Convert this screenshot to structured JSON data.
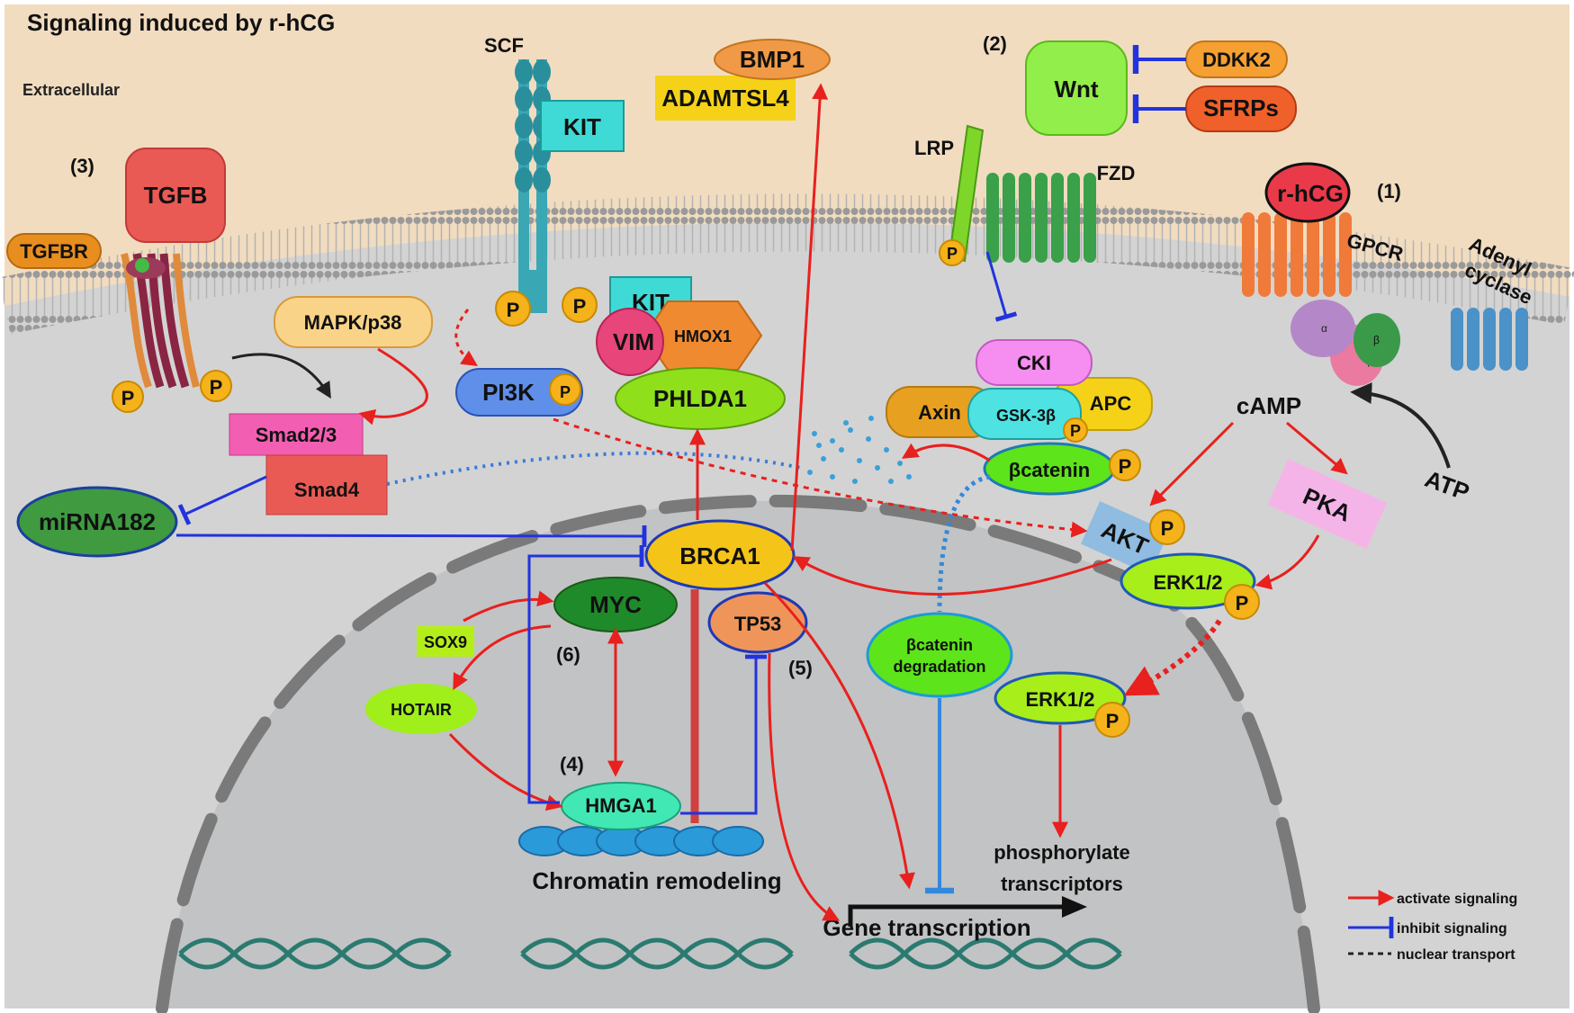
{
  "title": "Signaling induced by r-hCG",
  "extracellular_label": "Extracellular",
  "section_numbers": {
    "n1": "(1)",
    "n2": "(2)",
    "n3": "(3)",
    "n4": "(4)",
    "n5": "(5)",
    "n6": "(6)"
  },
  "nodes": {
    "scf": "SCF",
    "kit_top": "KIT",
    "kit_inner": "KIT",
    "bmp1": "BMP1",
    "adamtsl4": "ADAMTSL4",
    "wnt": "Wnt",
    "ddkk2": "DDKK2",
    "sfrps": "SFRPs",
    "lrp": "LRP",
    "fzd": "FZD",
    "rhcg": "r-hCG",
    "gpcr": "GPCR",
    "adenyl_line1": "Adenyl",
    "adenyl_line2": "cyclase",
    "tgfb": "TGFB",
    "tgfbr": "TGFBR",
    "mapk": "MAPK/p38",
    "smad23": "Smad2/3",
    "smad4": "Smad4",
    "mirna182": "miRNA182",
    "pi3k": "PI3K",
    "vim": "VIM",
    "hmox1": "HMOX1",
    "phlda1": "PHLDA1",
    "cki": "CKI",
    "axin": "Axin",
    "apc": "APC",
    "gsk3b": "GSK-3β",
    "bcatenin": "βcatenin",
    "camp": "cAMP",
    "atp": "ATP",
    "pka": "PKA",
    "akt": "AKT",
    "erk12_a": "ERK1/2",
    "erk12_b": "ERK1/2",
    "brca1": "BRCA1",
    "myc": "MYC",
    "tp53": "TP53",
    "sox9": "SOX9",
    "hotair": "HOTAIR",
    "hmga1": "HMGA1",
    "bcat_deg_line1": "βcatenin",
    "bcat_deg_line2": "degradation",
    "chromatin": "Chromatin remodeling",
    "gene_transcription": "Gene transcription",
    "phos_line1": "phosphorylate",
    "phos_line2": "transcriptors",
    "p": "P",
    "galpha": "α",
    "gbeta": "β",
    "ggamma": "γ"
  },
  "legend": {
    "activate": "activate signaling",
    "inhibit": "inhibit signaling",
    "transport": "nuclear transport"
  },
  "colors": {
    "extracellular": "#f1dcc0",
    "cytoplasm": "#d3d3d3",
    "nucleus": "#c2c3c4",
    "activate": "#e8201e",
    "inhibit": "#2233dd",
    "transport_blue": "#3388dd"
  }
}
